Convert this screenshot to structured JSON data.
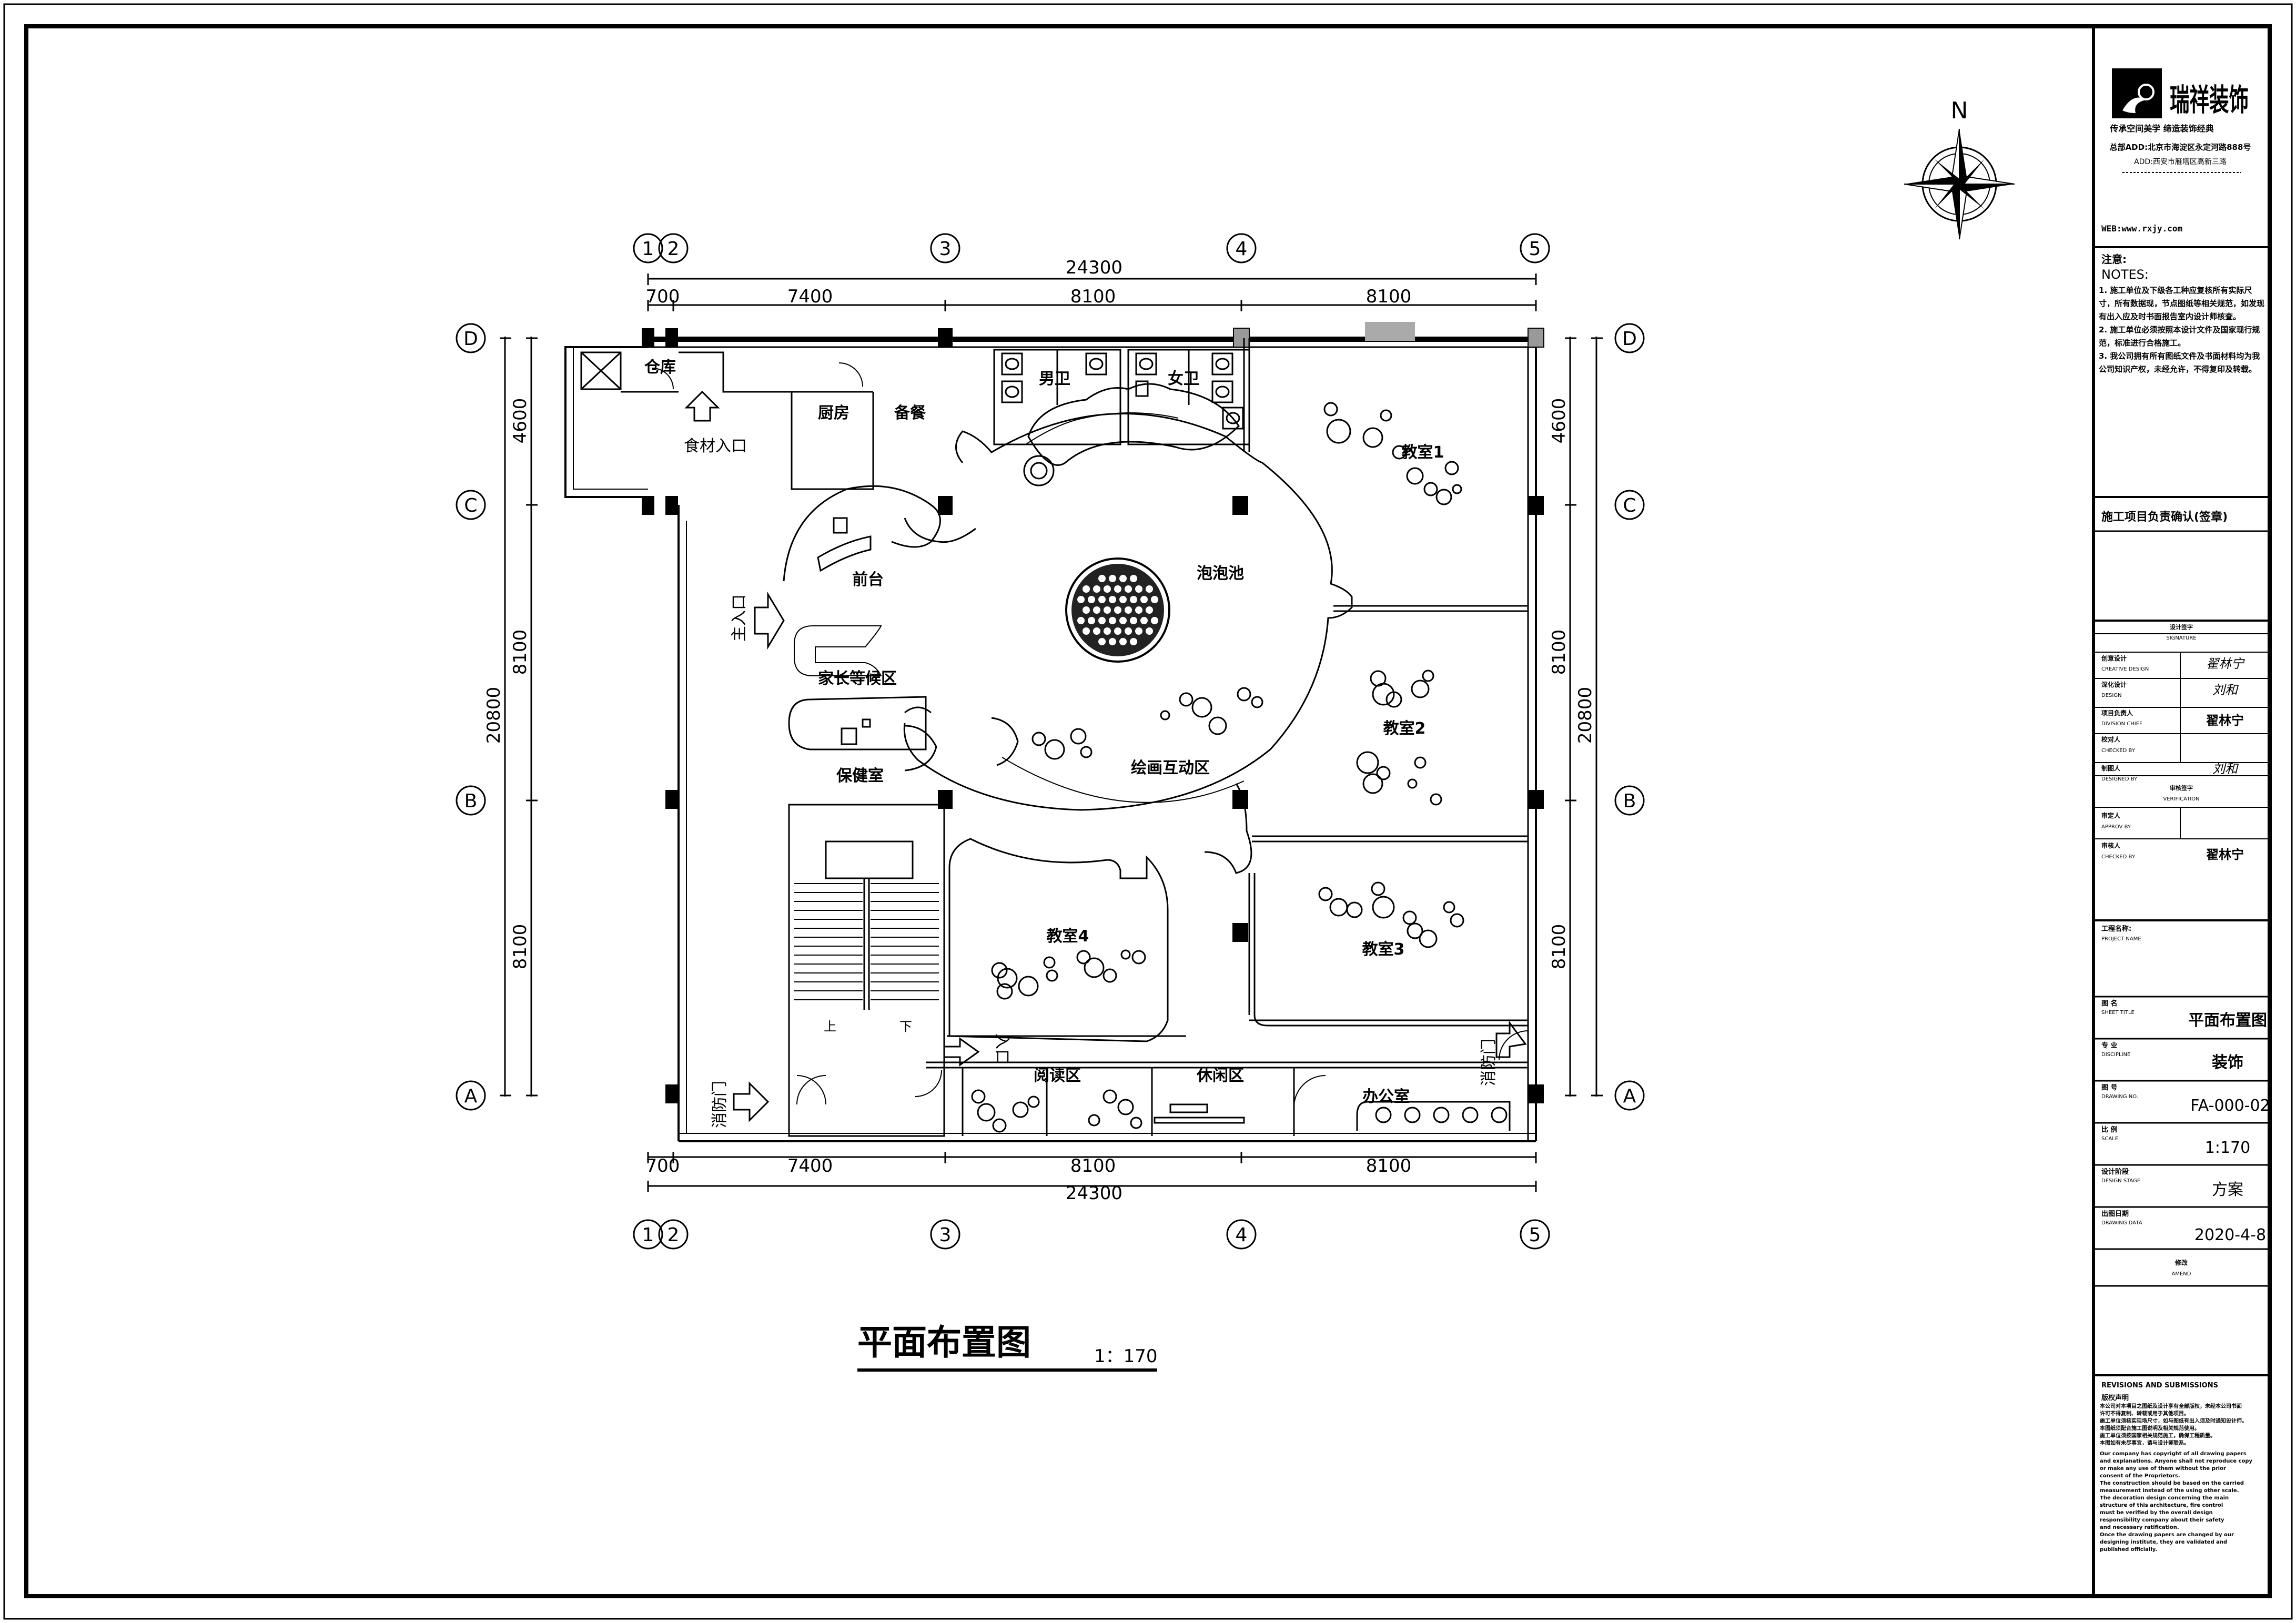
{
  "drawing": {
    "title": "平面布置图",
    "scale": "1：170",
    "north": "N"
  },
  "axes": {
    "columns": [
      "1",
      "2",
      "3",
      "4",
      "5"
    ],
    "rows": [
      "A",
      "B",
      "C",
      "D"
    ]
  },
  "dimensions": {
    "top": [
      "700",
      "7400",
      "8100",
      "8100"
    ],
    "top_total": "24300",
    "bottom": [
      "700",
      "7400",
      "8100",
      "8100"
    ],
    "bottom_total": "24300",
    "left": [
      "4600",
      "8100",
      "8100"
    ],
    "left_total": "20800",
    "right": [
      "4600",
      "8100",
      "8100"
    ],
    "right_total": "20800"
  },
  "rooms": {
    "storage": "仓库",
    "food_entrance": "食材入口",
    "kitchen": "厨房",
    "prep": "备餐",
    "mens_wc": "男卫",
    "womens_wc": "女卫",
    "classroom1": "教室1",
    "reception": "前台",
    "main_entrance": "主入口",
    "bubble_pool": "泡泡池",
    "parents_waiting": "家长等候区",
    "health_room": "保健室",
    "drawing_area": "绘画互动区",
    "classroom2": "教室2",
    "classroom4": "教室4",
    "classroom3": "教室3",
    "stair_up": "上",
    "stair_down": "下",
    "fire_door_left": "消防门",
    "fire_door_right": "消防门",
    "entry_door": "入口",
    "reading_area": "阅读区",
    "rest_area": "休闲区",
    "office": "办公室"
  },
  "title_block": {
    "company": "瑞祥装饰",
    "slogan": "传承空间美学 缔造装饰经典",
    "address1": "总部ADD:北京市海淀区永定河路888号",
    "address2": "ADD:西安市雁塔区高新三路",
    "web": "WEB:www.rxjy.com",
    "notes_cn": "注意:",
    "notes_en": "NOTES:",
    "notes": [
      "1. 施工单位及下级各工种应复核所有实际尺寸，所有数据现，节点图纸等相关规范，如发现有出入应及时书面报告室内设计师核查。",
      "2. 施工单位必须按照本设计文件及国家现行规范，标准进行合格施工。",
      "3. 我公司拥有所有图纸文件及书面材料均为我公司知识产权，未经允许，不得复印及转载。"
    ],
    "confirm": "施工项目负责确认(签章)",
    "signature_cn": "设计签字",
    "signature_en": "SIGNATURE",
    "creative_cn": "创意设计",
    "creative_en": "CREATIVE DESIGN",
    "creative_sign": "翟林宁",
    "deep_cn": "深化设计",
    "deep_en": "DESIGN",
    "deep_sign": "刘和",
    "chief_cn": "项目负责人",
    "chief_en": "DIVISION CHIEF",
    "chief_sign": "翟林宁",
    "check_cn": "校对人",
    "check_en": "CHECKED BY",
    "draw_cn": "制图人",
    "draw_en": "DESIGNED BY",
    "draw_sign": "刘和",
    "verify_cn": "审核签字",
    "verify_en": "VERIFICATION",
    "approve_cn": "审定人",
    "approve_en": "APPROV BY",
    "audit_cn": "审核人",
    "audit_en": "CHECKED BY",
    "audit_sign": "翟林宁",
    "project_cn": "工程名称:",
    "project_en": "PROJECT NAME",
    "sheet_cn": "图 名",
    "sheet_en": "SHEET TITLE",
    "sheet_value": "平面布置图",
    "discipline_cn": "专 业",
    "discipline_en": "DISCIPLINE",
    "discipline_value": "装饰",
    "drawing_no_cn": "图 号",
    "drawing_no_en": "DRAWING NO.",
    "drawing_no_value": "FA-000-02",
    "scale_cn": "比 例",
    "scale_en": "SCALE",
    "scale_value": "1:170",
    "stage_cn": "设计阶段",
    "stage_en": "DESIGN STAGE",
    "stage_value": "方案",
    "date_cn": "出图日期",
    "date_en": "DRAWING DATA",
    "date_value": "2020-4-8",
    "amend_cn": "修改",
    "amend_en": "AMEND",
    "revisions_en": "REVISIONS AND SUBMISSIONS",
    "statement_cn": "版权声明",
    "statement_lines_cn": [
      "本公司对本项目之图纸及设计享有全部版权，未经本公司书面",
      "许可不得复制、转载或用于其他项目。",
      "施工单位须核实现场尺寸，如与图纸有出入须及时通知设计师。",
      "本图纸须配合施工图说明及相关规范使用。",
      "施工单位须按国家相关规范施工，确保工程质量。",
      "本图如有未尽事宜，请与设计师联系。"
    ],
    "statement_lines_en": [
      "Our company has copyright of all drawing papers",
      "and explanations. Anyone shall not reproduce copy",
      "or make any use of them without the prior",
      "consent of the Proprietors.",
      "The construction should be based on the carried",
      "measurement instead of the using other scale.",
      "The decoration design concerning the main",
      "structure of this architecture, fire control",
      "must be verified by the overall design",
      "responsibility company about their safety",
      "and necessary ratification.",
      "Once the drawing papers are changed by our",
      "designing institute, they are validated and",
      "published officially."
    ]
  }
}
